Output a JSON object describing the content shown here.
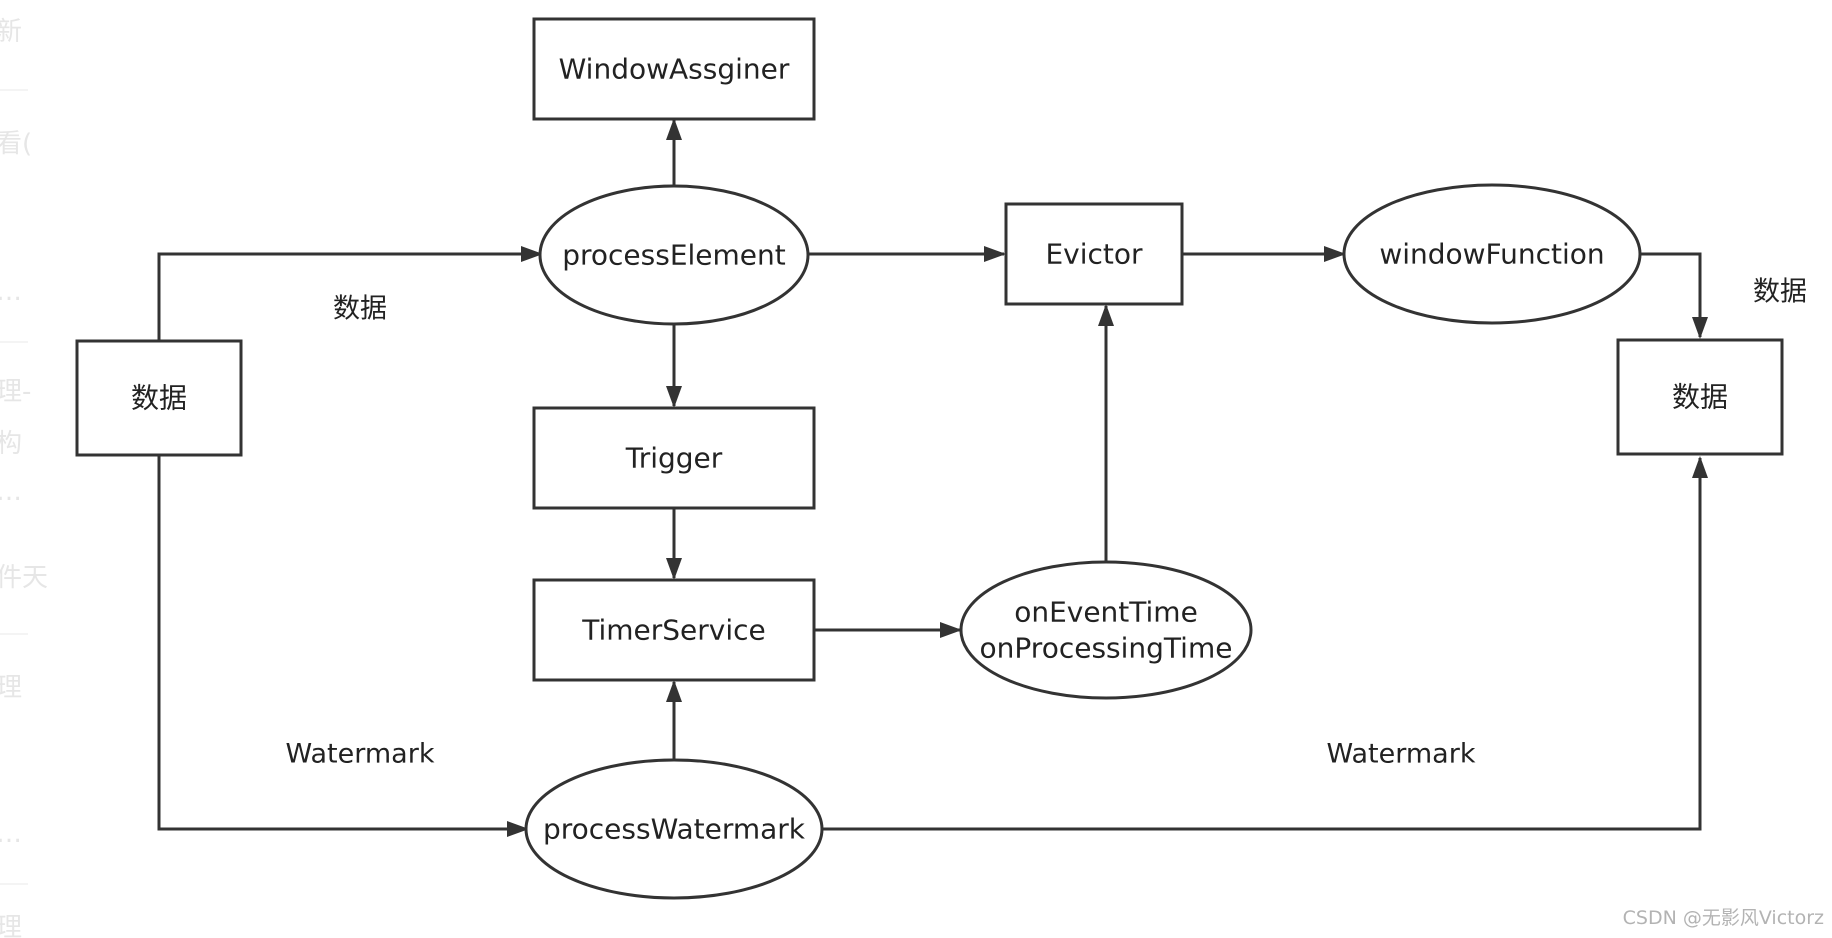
{
  "diagram": {
    "nodes": {
      "source": {
        "label": "数据",
        "shape": "rect"
      },
      "window_assigner": {
        "label": "WindowAssginer",
        "shape": "rect"
      },
      "process_element": {
        "label": "processElement",
        "shape": "ellipse"
      },
      "trigger": {
        "label": "Trigger",
        "shape": "rect"
      },
      "timer_service": {
        "label": "TimerService",
        "shape": "rect"
      },
      "process_watermark": {
        "label": "processWatermark",
        "shape": "ellipse"
      },
      "evictor": {
        "label": "Evictor",
        "shape": "rect"
      },
      "timer_callbacks": {
        "line1": "onEventTime",
        "line2": "onProcessingTime",
        "shape": "ellipse"
      },
      "window_function": {
        "label": "windowFunction",
        "shape": "ellipse"
      },
      "sink": {
        "label": "数据",
        "shape": "rect"
      }
    },
    "edge_labels": {
      "source_to_process_element": "数据",
      "source_to_process_watermark": "Watermark",
      "process_watermark_to_sink": "Watermark",
      "window_function_to_sink": "数据"
    }
  },
  "sidebar_ghost_chars": [
    "新",
    "看(",
    "…",
    "理-",
    "构",
    "…",
    "件天",
    "理",
    "…",
    "理"
  ],
  "image_watermark": "CSDN @无影风Victorz",
  "colors": {
    "stroke": "#333333",
    "text": "#222222",
    "background": "#ffffff",
    "sidebar_ghost": "#e6e6e6",
    "watermark": "#b3b3b3"
  }
}
